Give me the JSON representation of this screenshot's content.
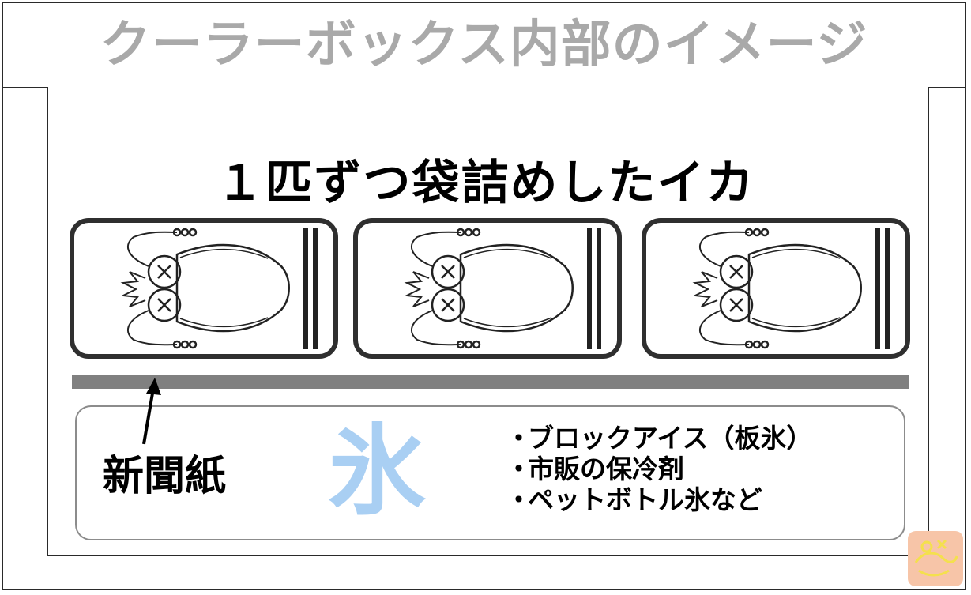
{
  "header": {
    "title": "クーラーボックス内部のイメージ"
  },
  "heading": "１匹ずつ袋詰めしたイカ",
  "bags": [
    {
      "content_icon": "squid-icon"
    },
    {
      "content_icon": "squid-icon"
    },
    {
      "content_icon": "squid-icon"
    }
  ],
  "newspaper": {
    "label": "新聞紙"
  },
  "ice": {
    "kanji": "氷",
    "items": [
      "ブロックアイス（板氷）",
      "市販の保冷剤",
      "ペットボトル氷など"
    ]
  },
  "bullet": "・",
  "colors": {
    "title_gray": "#a9a9a9",
    "newspaper_gray": "#808080",
    "ice_blue": "#a9cff3",
    "watermark": "#f7c5a8"
  }
}
